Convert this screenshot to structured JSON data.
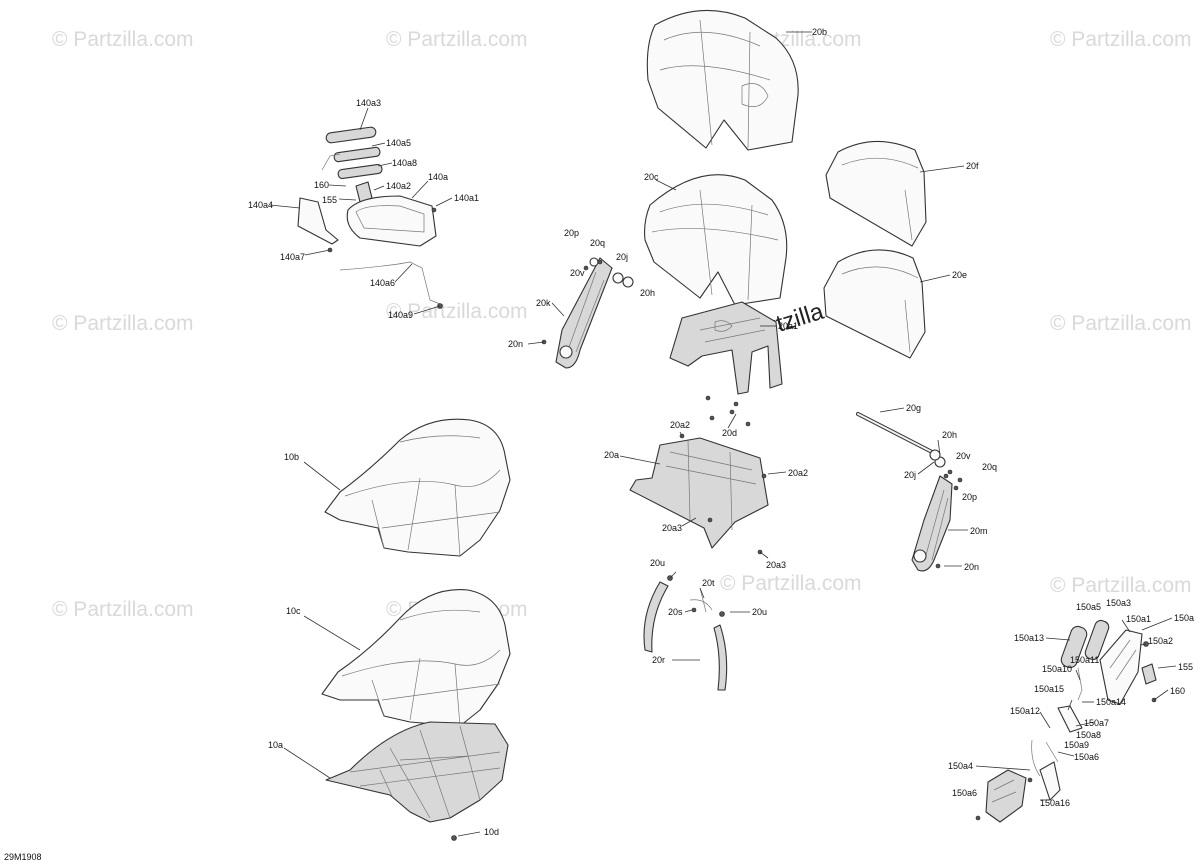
{
  "diagram_code": "29M1908",
  "watermark": "© Partzilla.com",
  "labels": {
    "l_140a3": "140a3",
    "l_140a5": "140a5",
    "l_140a8": "140a8",
    "l_160_a": "160",
    "l_140a2": "140a2",
    "l_140a": "140a",
    "l_155_a": "155",
    "l_140a1": "140a1",
    "l_140a4": "140a4",
    "l_140a7": "140a7",
    "l_140a6": "140a6",
    "l_140a9": "140a9",
    "l_20b": "20b",
    "l_20c": "20c",
    "l_20f": "20f",
    "l_20e": "20e",
    "l_20p_a": "20p",
    "l_20q_a": "20q",
    "l_20j_a": "20j",
    "l_20v_a": "20v",
    "l_20h_a": "20h",
    "l_20k": "20k",
    "l_20n_a": "20n",
    "l_20a1": "20a1",
    "l_20d": "20d",
    "l_20a2_a": "20a2",
    "l_20a": "20a",
    "l_20a2_b": "20a2",
    "l_20a3_a": "20a3",
    "l_20a3_b": "20a3",
    "l_20g": "20g",
    "l_20h_b": "20h",
    "l_20v_b": "20v",
    "l_20q_b": "20q",
    "l_20j_b": "20j",
    "l_20p_b": "20p",
    "l_20m": "20m",
    "l_20n_b": "20n",
    "l_20u_a": "20u",
    "l_20t": "20t",
    "l_20s": "20s",
    "l_20u_b": "20u",
    "l_20r": "20r",
    "l_10b": "10b",
    "l_10c": "10c",
    "l_10a": "10a",
    "l_10d": "10d",
    "l_150a5": "150a5",
    "l_150a3": "150a3",
    "l_150a": "150a",
    "l_150a1": "150a1",
    "l_150a13": "150a13",
    "l_150a2": "150a2",
    "l_155_b": "155",
    "l_150a11": "150a11",
    "l_150a10": "150a10",
    "l_160_b": "160",
    "l_150a15": "150a15",
    "l_150a14": "150a14",
    "l_150a12": "150a12",
    "l_150a7": "150a7",
    "l_150a8": "150a8",
    "l_150a9": "150a9",
    "l_150a6_a": "150a6",
    "l_150a4": "150a4",
    "l_150a6_b": "150a6",
    "l_150a16": "150a16"
  }
}
